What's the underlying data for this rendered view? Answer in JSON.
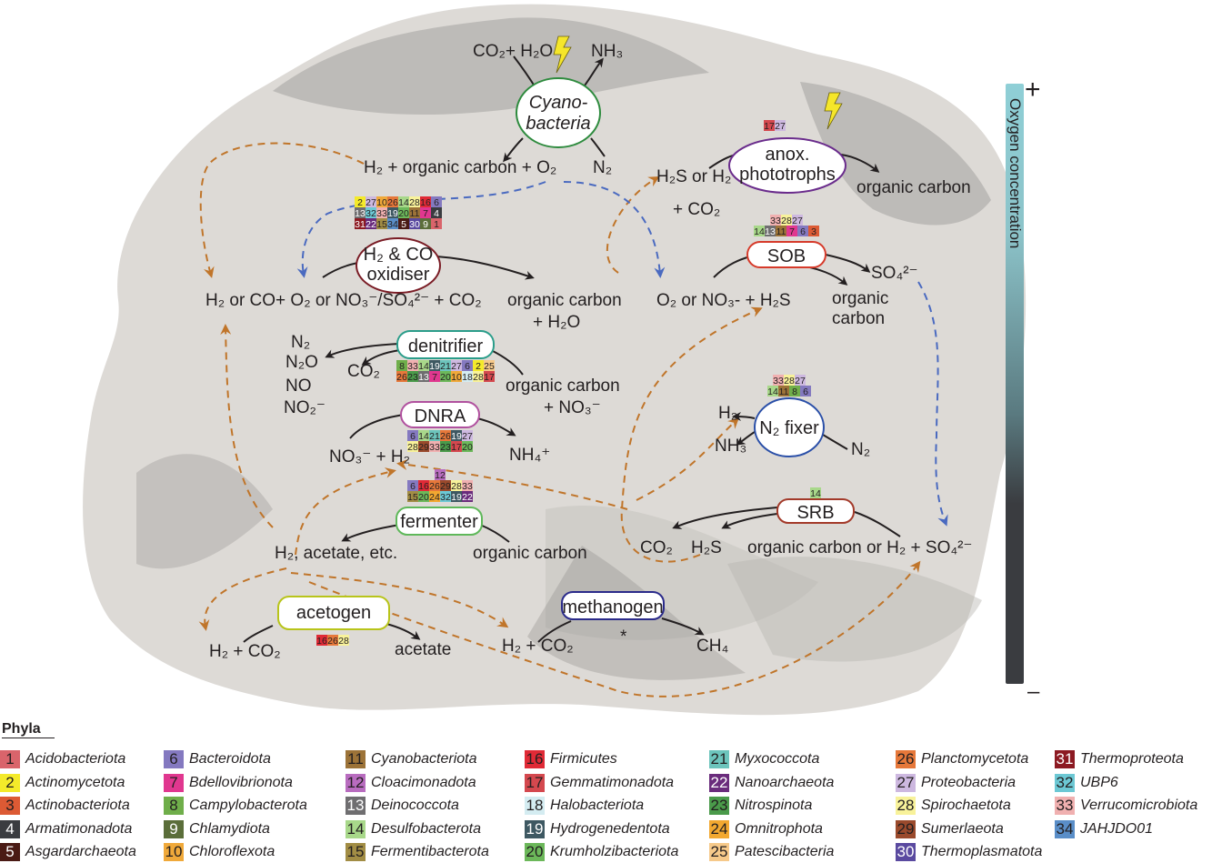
{
  "title": "Microbial metabolic network across an oxygen gradient",
  "oxygen_bar": {
    "label": "Oxygen concentration",
    "plus": "+",
    "minus": "–",
    "top_color": "#8fcfd6",
    "bottom_color": "#3a3c40"
  },
  "nodes": {
    "cyanobacteria": {
      "label_1": "Cyano-",
      "label_2": "bacteria",
      "border": "#2e8b3e"
    },
    "anox": {
      "label_1": "anox.",
      "label_2": "phototrophs",
      "border": "#6a2c8c",
      "phyla": [
        [
          17,
          27
        ]
      ]
    },
    "h2co": {
      "label_1": "H₂ & CO",
      "label_2": "oxidiser",
      "border": "#7a1c25",
      "phyla": [
        [
          2,
          27,
          10,
          26,
          14,
          28,
          16,
          6
        ],
        [
          13,
          32,
          33,
          19,
          20,
          11,
          7,
          4
        ],
        [
          31,
          22,
          15,
          34,
          5,
          30,
          9,
          1
        ]
      ]
    },
    "sob": {
      "label": "SOB",
      "border": "#d63a2a",
      "phyla": [
        [
          33,
          28,
          27
        ],
        [
          14,
          13,
          11,
          7,
          6,
          3
        ]
      ]
    },
    "denitrifier": {
      "label": "denitrifier",
      "border": "#2a9d8a",
      "phyla": [
        [
          8,
          33,
          14,
          19,
          21,
          27,
          6,
          2,
          25
        ],
        [
          26,
          23,
          13,
          7,
          20,
          10,
          18,
          28,
          17
        ]
      ]
    },
    "dnra": {
      "label": "DNRA",
      "border": "#b0509e",
      "phyla": [
        [
          6,
          14,
          21,
          26,
          19,
          27
        ],
        [
          28,
          29,
          33,
          23,
          17,
          20
        ]
      ]
    },
    "n2fixer": {
      "label_1": "N₂ fixer",
      "border": "#2a4fa8",
      "phyla": [
        [
          33,
          28,
          27
        ],
        [
          14,
          11,
          8,
          6
        ]
      ]
    },
    "fermenter": {
      "label": "fermenter",
      "border": "#5fb85a",
      "phyla": [
        [
          12
        ],
        [
          6,
          16,
          26,
          29,
          28,
          33
        ],
        [
          15,
          20,
          24,
          32,
          19,
          22
        ]
      ]
    },
    "srb": {
      "label": "SRB",
      "border": "#a33a2a",
      "phyla": [
        [
          14
        ]
      ]
    },
    "acetogen": {
      "label": "acetogen",
      "border": "#b8c41a",
      "phyla": [
        [
          16,
          26,
          28
        ]
      ]
    },
    "methanogen": {
      "label": "methanogen",
      "border": "#2a2a8a",
      "phyla": []
    }
  },
  "labels": {
    "co2_h2o": "CO₂+ H₂O",
    "nh3_top": "NH₃",
    "h2_org_o2": "H₂ + organic carbon + O₂",
    "n2_top": "N₂",
    "h2s_or_h2": "H₂S or H₂",
    "plus_co2": "+ CO₂",
    "org_carbon_anox": "organic carbon",
    "h2co_substrate": "H₂ or CO+ O₂ or NO₃⁻/SO₄²⁻ + CO₂",
    "org_carbon_h2o_1": "organic carbon",
    "org_carbon_h2o_2": "+ H₂O",
    "o2_no3_h2s": "O₂ or NO₃- + H₂S",
    "so4": "SO₄²⁻",
    "organic": "organic",
    "carbon": "carbon",
    "n2_list_1": "N₂",
    "n2_list_2": "N₂O",
    "n2_list_3": "NO",
    "n2_list_4": "NO₂⁻",
    "co2_denit": "CO₂",
    "org_carbon_no3_1": "organic carbon",
    "org_carbon_no3_2": "+ NO₃⁻",
    "no3_h2": "NO₃⁻ + H₂",
    "nh4": "NH₄⁺",
    "h2_fix": "H₂",
    "nh3_fix": "NH₃",
    "n2_fix": "N₂",
    "h2_acetate_etc": "H₂, acetate, etc.",
    "org_carbon_ferm": "organic carbon",
    "co2_srb": "CO₂",
    "h2s_srb": "H₂S",
    "srb_substrate": "organic carbon or H₂ + SO₄²⁻",
    "h2_co2_aceto": "H₂ + CO₂",
    "acetate": "acetate",
    "h2_co2_meth": "H₂ + CO₂",
    "asterisk": "*",
    "ch4": "CH₄"
  },
  "legend": {
    "title": "Phyla",
    "items": [
      {
        "n": 1,
        "name": "Acidobacteriota",
        "color": "#d9646b",
        "fg": "#231f20"
      },
      {
        "n": 2,
        "name": "Actinomycetota",
        "color": "#f4ea2a",
        "fg": "#231f20"
      },
      {
        "n": 3,
        "name": "Actinobacteriota",
        "color": "#dc5a34",
        "fg": "#231f20"
      },
      {
        "n": 4,
        "name": "Armatimonadota",
        "color": "#3a3c40",
        "fg": "#ffffff"
      },
      {
        "n": 5,
        "name": "Asgardarchaeota",
        "color": "#4a1a14",
        "fg": "#ffffff"
      },
      {
        "n": 6,
        "name": "Bacteroidota",
        "color": "#8479c0",
        "fg": "#231f20"
      },
      {
        "n": 7,
        "name": "Bdellovibrionota",
        "color": "#e0378f",
        "fg": "#231f20"
      },
      {
        "n": 8,
        "name": "Campylobacterota",
        "color": "#6fae4a",
        "fg": "#231f20"
      },
      {
        "n": 9,
        "name": "Chlamydiota",
        "color": "#5b6e3a",
        "fg": "#ffffff"
      },
      {
        "n": 10,
        "name": "Chloroflexota",
        "color": "#f0a93a",
        "fg": "#231f20"
      },
      {
        "n": 11,
        "name": "Cyanobacteriota",
        "color": "#9c7338",
        "fg": "#231f20"
      },
      {
        "n": 12,
        "name": "Cloacimonadota",
        "color": "#b86cbf",
        "fg": "#231f20"
      },
      {
        "n": 13,
        "name": "Deinococcota",
        "color": "#6f6e70",
        "fg": "#ffffff"
      },
      {
        "n": 14,
        "name": "Desulfobacterota",
        "color": "#a8d88a",
        "fg": "#231f20"
      },
      {
        "n": 15,
        "name": "Fermentibacterota",
        "color": "#a28d45",
        "fg": "#231f20"
      },
      {
        "n": 16,
        "name": "Firmicutes",
        "color": "#e02a36",
        "fg": "#231f20"
      },
      {
        "n": 17,
        "name": "Gemmatimonadota",
        "color": "#d4484e",
        "fg": "#231f20"
      },
      {
        "n": 18,
        "name": "Halobacteriota",
        "color": "#d4ecf1",
        "fg": "#231f20"
      },
      {
        "n": 19,
        "name": "Hydrogenedentota",
        "color": "#3e5862",
        "fg": "#ffffff"
      },
      {
        "n": 20,
        "name": "Krumholzibacteriota",
        "color": "#6cb85a",
        "fg": "#231f20"
      },
      {
        "n": 21,
        "name": "Myxococcota",
        "color": "#6cc4bc",
        "fg": "#231f20"
      },
      {
        "n": 22,
        "name": "Nanoarchaeota",
        "color": "#6a2c7c",
        "fg": "#ffffff"
      },
      {
        "n": 23,
        "name": "Nitrospinota",
        "color": "#4a9a4a",
        "fg": "#231f20"
      },
      {
        "n": 24,
        "name": "Omnitrophota",
        "color": "#f2a830",
        "fg": "#231f20"
      },
      {
        "n": 25,
        "name": "Patescibacteria",
        "color": "#f6c98a",
        "fg": "#231f20"
      },
      {
        "n": 26,
        "name": "Planctomycetota",
        "color": "#e6783a",
        "fg": "#231f20"
      },
      {
        "n": 27,
        "name": "Proteobacteria",
        "color": "#cdb8e0",
        "fg": "#231f20"
      },
      {
        "n": 28,
        "name": "Spirochaetota",
        "color": "#f8f29a",
        "fg": "#231f20"
      },
      {
        "n": 29,
        "name": "Sumerlaeota",
        "color": "#9a4a2c",
        "fg": "#231f20"
      },
      {
        "n": 30,
        "name": "Thermoplasmatota",
        "color": "#5a4aa0",
        "fg": "#ffffff"
      },
      {
        "n": 31,
        "name": "Thermoproteota",
        "color": "#8c1a22",
        "fg": "#ffffff"
      },
      {
        "n": 32,
        "name": "UBP6",
        "color": "#6cc8d4",
        "fg": "#231f20"
      },
      {
        "n": 33,
        "name": "Verrucomicrobiota",
        "color": "#f0b0b0",
        "fg": "#231f20"
      },
      {
        "n": 34,
        "name": "JAHJDO01",
        "color": "#5a8ec8",
        "fg": "#231f20"
      }
    ]
  }
}
